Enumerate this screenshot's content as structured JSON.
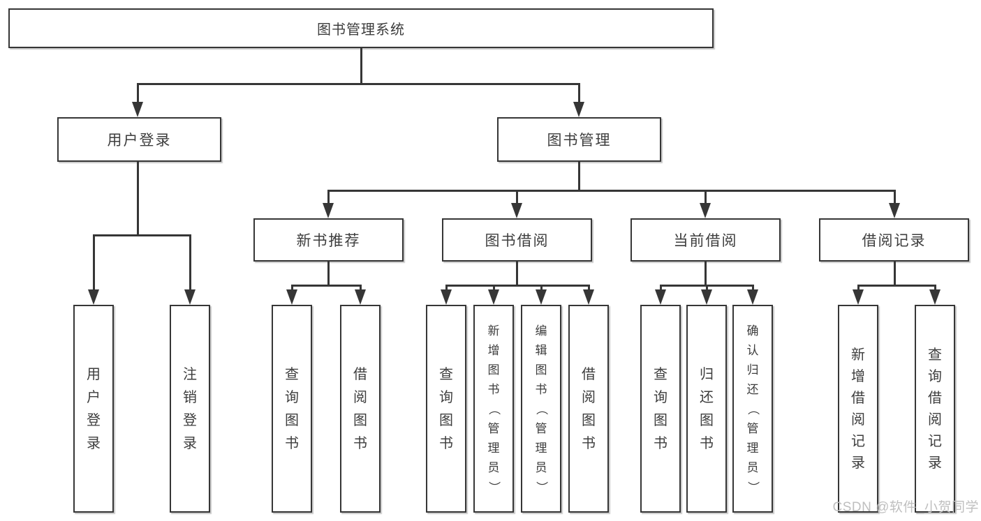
{
  "root": {
    "label": "图书管理系统"
  },
  "level2": {
    "user_login": "用户登录",
    "book_mgmt": "图书管理"
  },
  "level3": {
    "new_books": "新书推荐",
    "book_borrow": "图书借阅",
    "current_borrow": "当前借阅",
    "borrow_records": "借阅记录"
  },
  "leaves": {
    "user_login": [
      "用户登录",
      "注销登录"
    ],
    "new_books": [
      "查询图书",
      "借阅图书"
    ],
    "book_borrow": [
      "查询图书",
      "新增图书（管理员）",
      "编辑图书（管理员）",
      "借阅图书"
    ],
    "current_borrow": [
      "查询图书",
      "归还图书",
      "确认归还（管理员）"
    ],
    "borrow_records": [
      "新增借阅记录",
      "查询借阅记录"
    ]
  },
  "watermark": "CSDN @软件_小贺同学",
  "colors": {
    "line": "#363636",
    "text": "#3d3d3d",
    "watermark": "#bfbfbf",
    "background": "#ffffff"
  }
}
